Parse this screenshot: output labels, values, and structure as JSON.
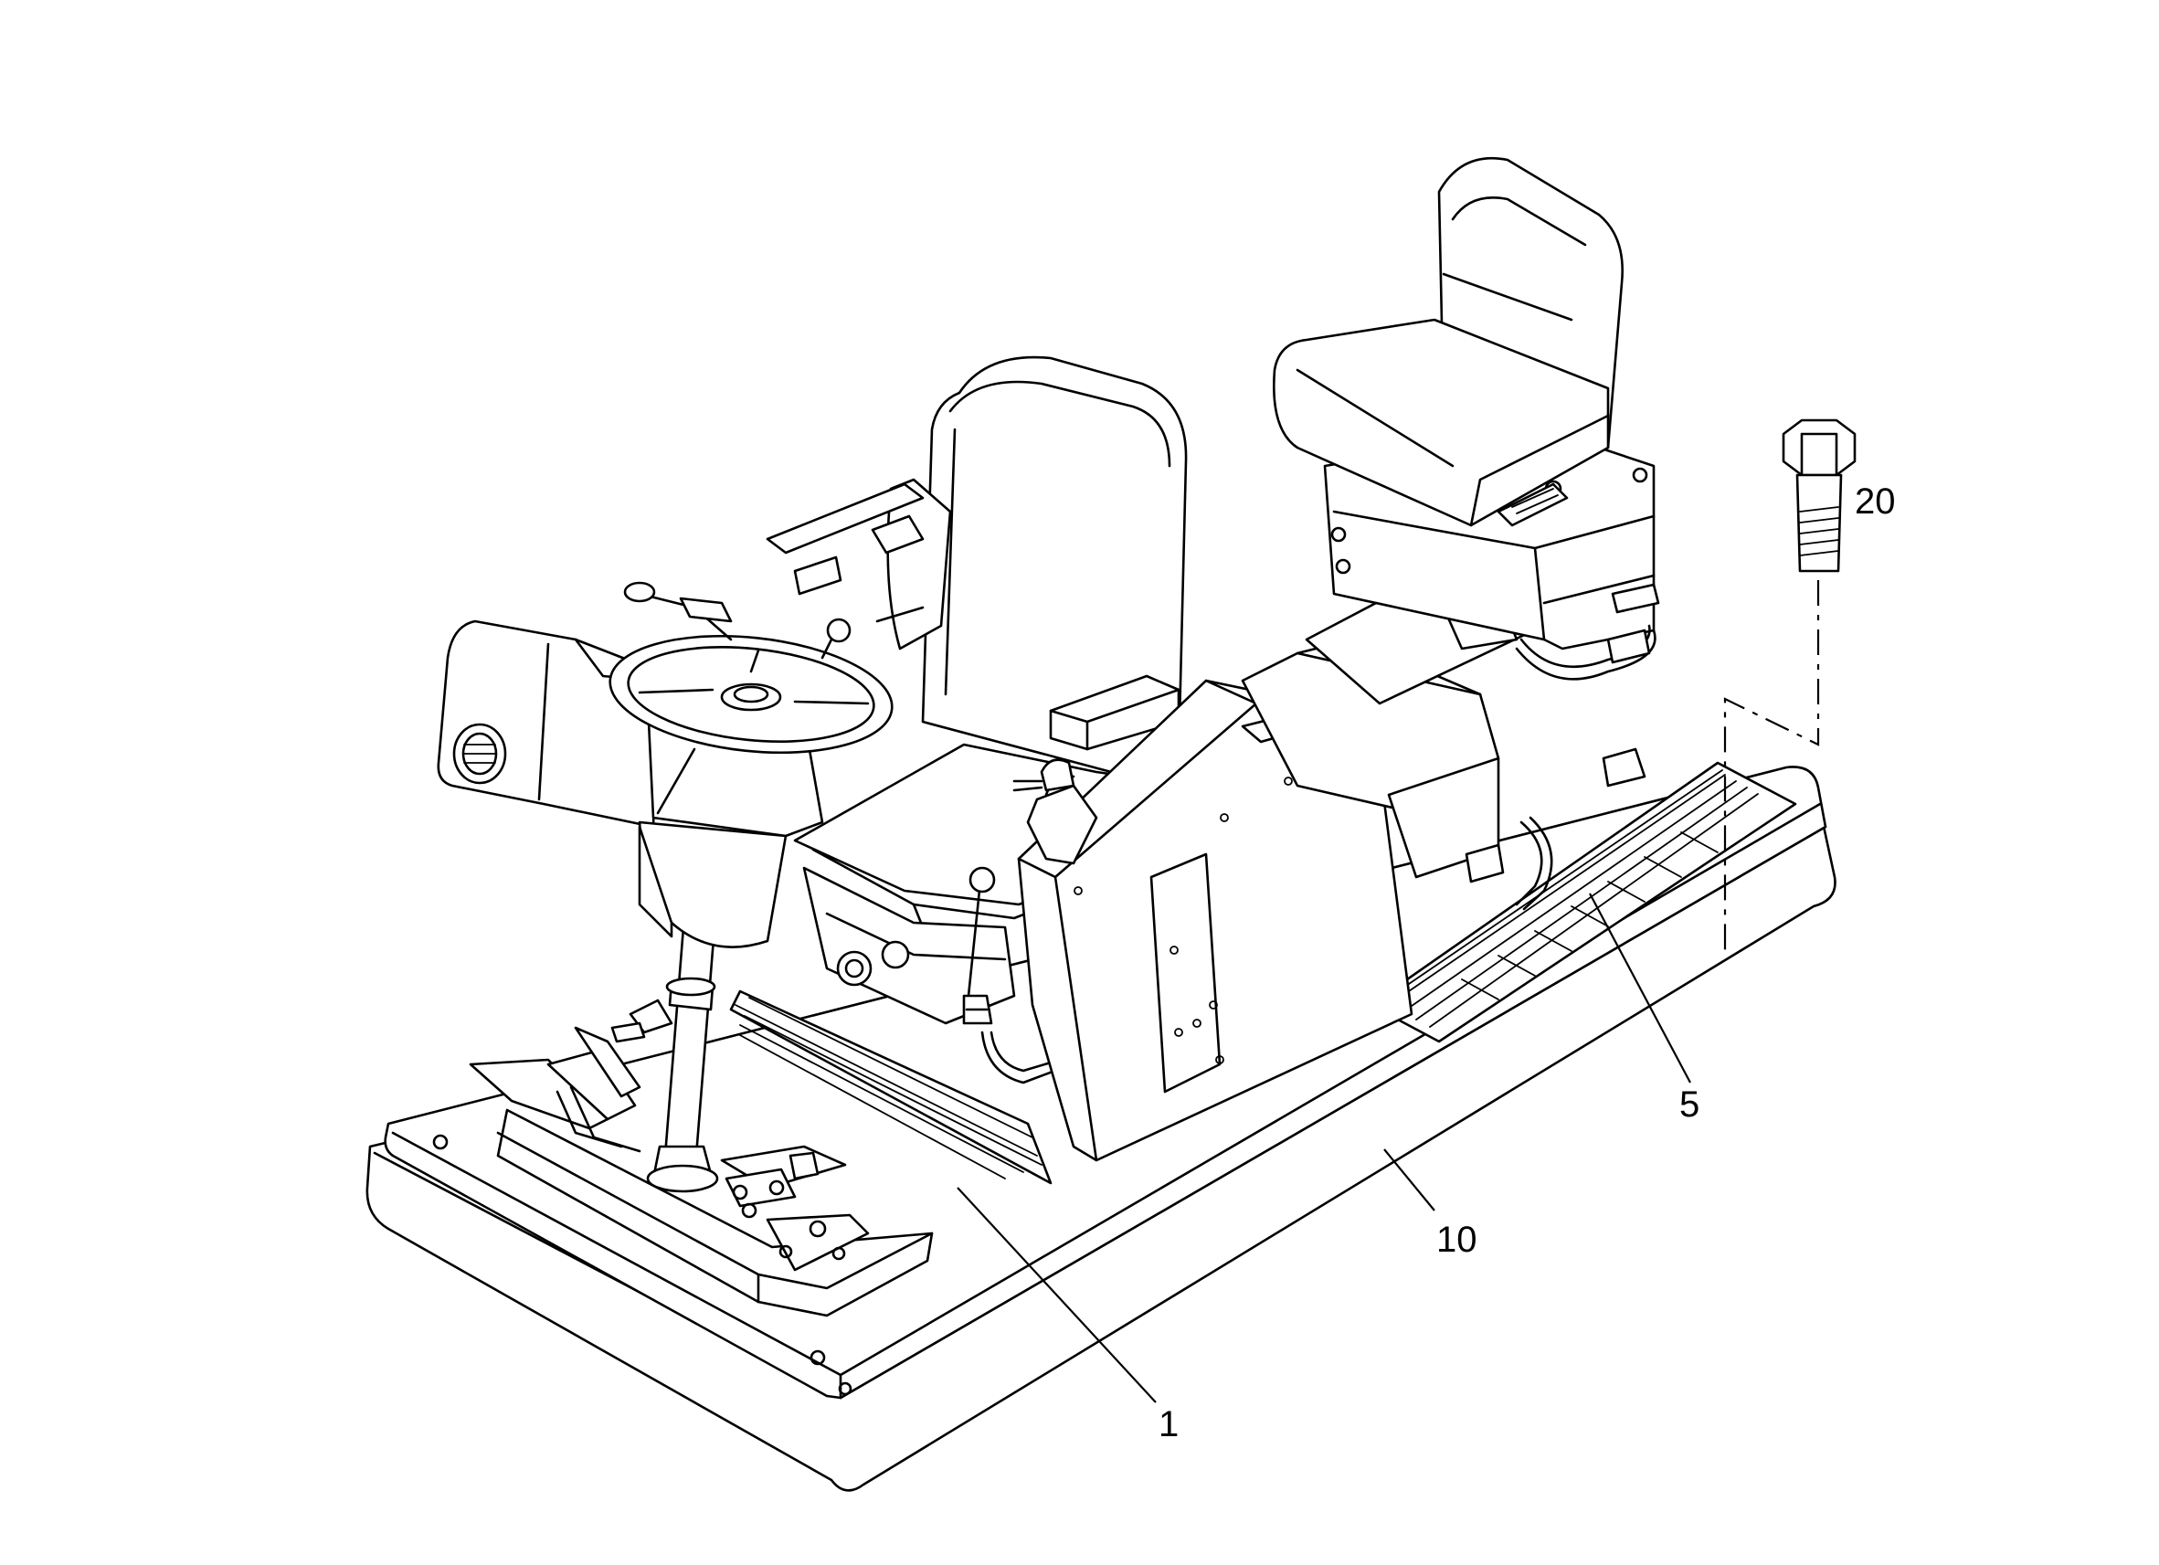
{
  "diagram": {
    "callouts": [
      {
        "id": "1",
        "label": "1"
      },
      {
        "id": "5",
        "label": "5"
      },
      {
        "id": "10",
        "label": "10"
      },
      {
        "id": "20",
        "label": "20"
      }
    ]
  }
}
